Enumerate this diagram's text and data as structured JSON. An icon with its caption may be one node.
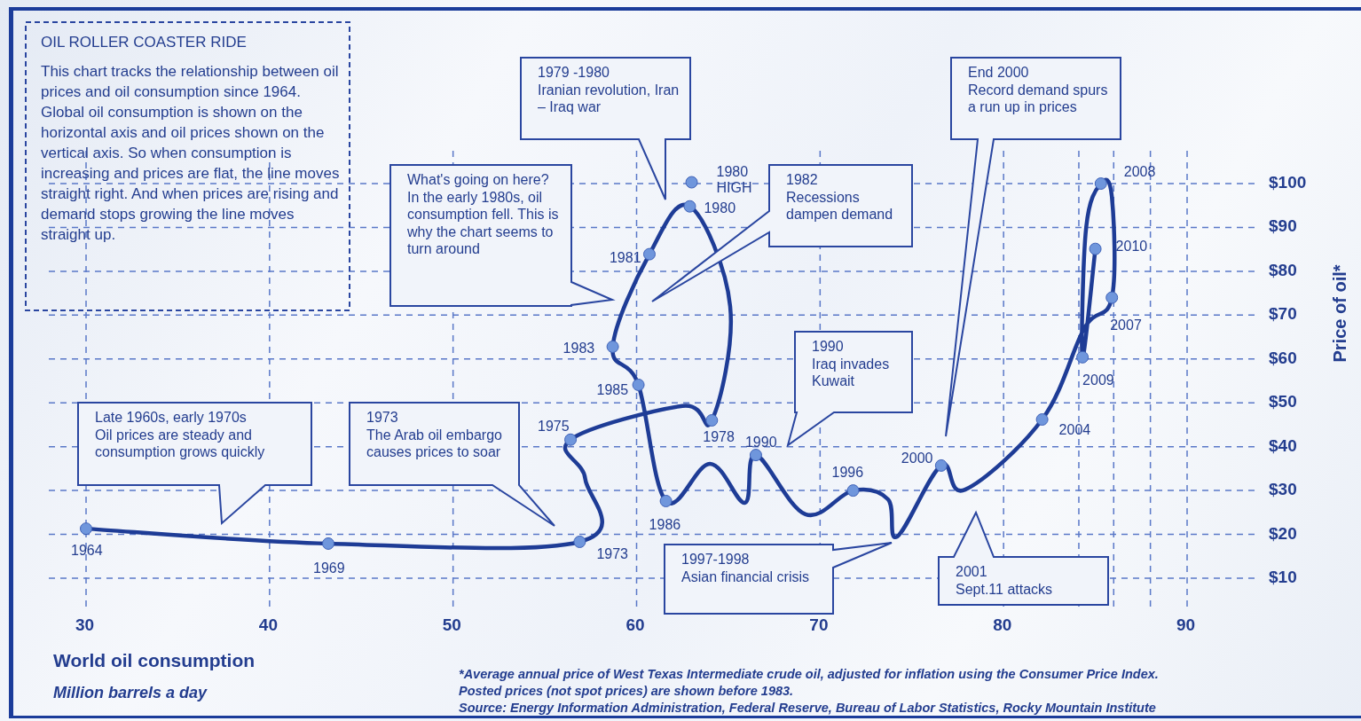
{
  "diagram": {
    "nodes": [
      {
        "text": [
          "OIL ROLLER COASTER RIDE",
          "This chart tracks the relationship between oil prices and oil consumption since 1964. Global oil consumption is shown on the horizontal axis and oil prices shown on the vertical axis. So when consumption is increasing and prices are flat, the line moves straight right. And when prices are rising and demand stops growing the line moves straight up."
        ]
      },
      {
        "text": [
          "Late 1960s, early 1970s",
          "Oil prices are steady and consumption grows quickly"
        ]
      },
      {
        "text": [
          "1973",
          "The Arab oil embargo causes prices to soar"
        ]
      },
      {
        "text": [
          "What's going on here?",
          "In the early 1980s, oil consumption fell. This is why the chart seems to turn around"
        ]
      },
      {
        "text": [
          "1979 -1980",
          "Iranian revolution, Iran – Iraq war"
        ]
      },
      {
        "text": [
          "1982",
          "Recessions dampen demand"
        ]
      },
      {
        "text": [
          "1990",
          "Iraq invades Kuwait"
        ]
      },
      {
        "text": [
          "End 2000",
          "Record demand spurs a run up in prices"
        ]
      },
      {
        "text": [
          "1997-1998",
          "Asian financial crisis"
        ]
      },
      {
        "text": [
          "2001",
          "Sept.11 attacks"
        ]
      }
    ],
    "labels": [
      "Million barrels a day",
      "*Average annual price of West Texas Intermediate crude oil, adjusted for inflation using the Consumer Price Index.",
      "Posted prices (not spot prices) are shown before 1983.",
      "Source: Energy Information Administration, Federal Reserve, Bureau of Labor Statistics, Rocky Mountain Institute"
    ],
    "chart_data": {
      "type": "line",
      "xlabel": "World oil consumption",
      "ylabel": "Price of oil*",
      "x": [
        30.0,
        43.2,
        56.9,
        57.2,
        56.4,
        62.5,
        64.1,
        65.1,
        62.9,
        60.7,
        58.7,
        60.1,
        61.6,
        64.0,
        65.9,
        66.5,
        69.2,
        71.8,
        73.7,
        74.2,
        76.6,
        77.9,
        82.1,
        84.4,
        85.9,
        85.9,
        85.3,
        84.5,
        84.3,
        85.0
      ],
      "series": [
        {
          "color": "#1e3c96",
          "values": [
            21.3,
            17.9,
            18.3,
            32.7,
            41.6,
            49.3,
            46.0,
            72,
            94.8,
            83.9,
            62.8,
            54.1,
            27.6,
            36.1,
            27.2,
            38.1,
            24.6,
            30.0,
            28,
            19.5,
            35.7,
            30.2,
            46.2,
            67,
            74.0,
            97,
            100.0,
            90,
            60.4,
            85.1
          ]
        }
      ],
      "xlim": [
        30,
        90
      ],
      "ylim": [
        10,
        100
      ],
      "grid": true,
      "xticks": [
        30,
        40,
        50,
        60,
        70,
        80,
        90
      ],
      "yticks": [
        {
          "value": 10,
          "label": "$10"
        },
        {
          "value": 20,
          "label": "$20"
        },
        {
          "value": 30,
          "label": "$30"
        },
        {
          "value": 40,
          "label": "$40"
        },
        {
          "value": 50,
          "label": "$50"
        },
        {
          "value": 60,
          "label": "$60"
        },
        {
          "value": 70,
          "label": "$70"
        },
        {
          "value": 80,
          "label": "$80"
        },
        {
          "value": 90,
          "label": "$90"
        },
        {
          "value": 100,
          "label": "$100"
        }
      ],
      "annotations": [
        {
          "x": 30.0,
          "y": 21.3,
          "text": "1964"
        },
        {
          "x": 43.2,
          "y": 17.9,
          "text": "1969"
        },
        {
          "x": 56.9,
          "y": 18.3,
          "text": "1973"
        },
        {
          "x": 56.4,
          "y": 41.6,
          "text": "1975"
        },
        {
          "x": 64.1,
          "y": 46.0,
          "text": "1978"
        },
        {
          "x": 63.0,
          "y": 100.3,
          "text": "1980 HIGH"
        },
        {
          "x": 62.9,
          "y": 94.8,
          "text": "1980"
        },
        {
          "x": 60.7,
          "y": 83.9,
          "text": "1981"
        },
        {
          "x": 58.7,
          "y": 62.8,
          "text": "1983"
        },
        {
          "x": 60.1,
          "y": 54.1,
          "text": "1985"
        },
        {
          "x": 61.6,
          "y": 27.6,
          "text": "1986"
        },
        {
          "x": 66.5,
          "y": 38.1,
          "text": "1990"
        },
        {
          "x": 71.8,
          "y": 30.0,
          "text": "1996"
        },
        {
          "x": 76.6,
          "y": 35.7,
          "text": "2000"
        },
        {
          "x": 82.1,
          "y": 46.2,
          "text": "2004"
        },
        {
          "x": 85.9,
          "y": 74.0,
          "text": "2007"
        },
        {
          "x": 85.3,
          "y": 100.0,
          "text": "2008"
        },
        {
          "x": 84.3,
          "y": 60.4,
          "text": "2009"
        },
        {
          "x": 85.0,
          "y": 85.1,
          "text": "2010"
        }
      ]
    }
  }
}
